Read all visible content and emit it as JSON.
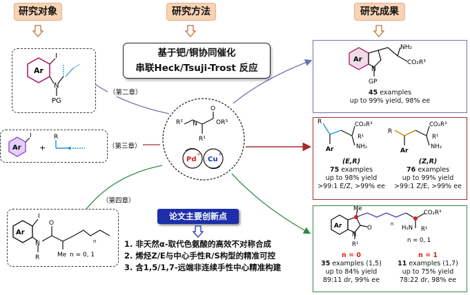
{
  "headers": {
    "objects": "研究对象",
    "methods": "研究方法",
    "results": "研究成果"
  },
  "method_title": {
    "line1": "基于钯/铜协同催化",
    "line2": "串联Heck/Tsuji-Trost 反应"
  },
  "chapters": {
    "ch2": "（第二章）",
    "ch3": "（第三章）",
    "ch4": "（第四章）"
  },
  "structures": {
    "ar": "Ar",
    "i": "I",
    "n": "N",
    "pg": "PG",
    "plus": "+",
    "r": "R",
    "me": "Me",
    "o": "O",
    "n_label": "n",
    "n_range": "n = 0, 1",
    "r_small": "R",
    "center": {
      "r2": "R²",
      "n": "N",
      "o": "O",
      "or3": "OR³",
      "r1": "R¹",
      "pd": "Pd",
      "pd_charge": "+",
      "cu": "Cu",
      "cu_charge": "+"
    }
  },
  "results": {
    "box1": {
      "nh2": "NH₂",
      "co2r3": "CO₂R³",
      "ar": "Ar",
      "n": "N",
      "gp": "GP",
      "count": "45",
      "count_suffix": " examples",
      "yield": "up to 99% yield, 98% ee"
    },
    "box2": {
      "left": {
        "label": "(E,R)",
        "count": "75",
        "count_suffix": " examples",
        "yield": "up to 98% yield",
        "sel": ">99:1 E/Z, >99% ee"
      },
      "right": {
        "label": "(Z,R)",
        "count": "76",
        "count_suffix": " examples",
        "yield": "up to 99% yield",
        "sel": ">99:1 Z/E, >99% ee"
      },
      "r": "R",
      "ar": "Ar",
      "co2r3": "CO₂R³",
      "r1": "R¹",
      "nh2": "NH₂"
    },
    "box3": {
      "me": "Me",
      "ar": "Ar",
      "n": "N",
      "o": "O",
      "r1_bottom": "R¹",
      "n_sub": "n",
      "co2r3": "CO₂R³",
      "h2n": "H₂N",
      "r1": "R¹",
      "n_range": "n = 0, 1",
      "left": {
        "n_label": "n = 0",
        "count": "35",
        "text": " examples (1,5)",
        "yield": "up to 84% yield",
        "sel": "89:11 dr, 99% ee"
      },
      "right": {
        "n_label": "n = 1",
        "count": "11",
        "text": " examples (1,7)",
        "yield": "up to 75% yield",
        "sel": "78:22 dr, 98% ee"
      }
    }
  },
  "innovation": {
    "title": "论文主要创新点",
    "items": [
      "1. 非天然α-取代色氨酸的高效不对称合成",
      "2. 烯烃Z/E与中心手性R/S构型的精准可控",
      "3. 含1,5/1,7-远端非连续手性中心精准构建"
    ]
  },
  "colors": {
    "header_bg": "#f7d3b4",
    "innovation_bg": "#1c2fa9",
    "box1_border": "#6f6fb2",
    "box2_border": "#a52a2a",
    "box3_border": "#2f8a4c",
    "accent_purple": "#b0206a",
    "accent_blue": "#1e8fd6",
    "accent_gold": "#b58a00",
    "pd_color": "#d42020",
    "cu_color": "#1535b5"
  }
}
